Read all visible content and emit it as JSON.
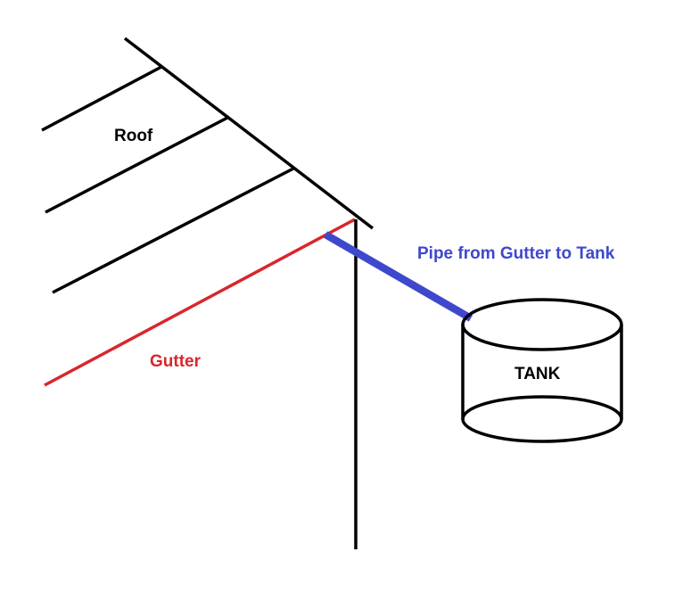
{
  "labels": {
    "roof": "Roof",
    "gutter": "Gutter",
    "pipe": "Pipe from Gutter to Tank",
    "tank": "TANK"
  },
  "colors": {
    "line": "#000000",
    "gutter": "#d9262b",
    "pipe": "#3f48cc"
  }
}
